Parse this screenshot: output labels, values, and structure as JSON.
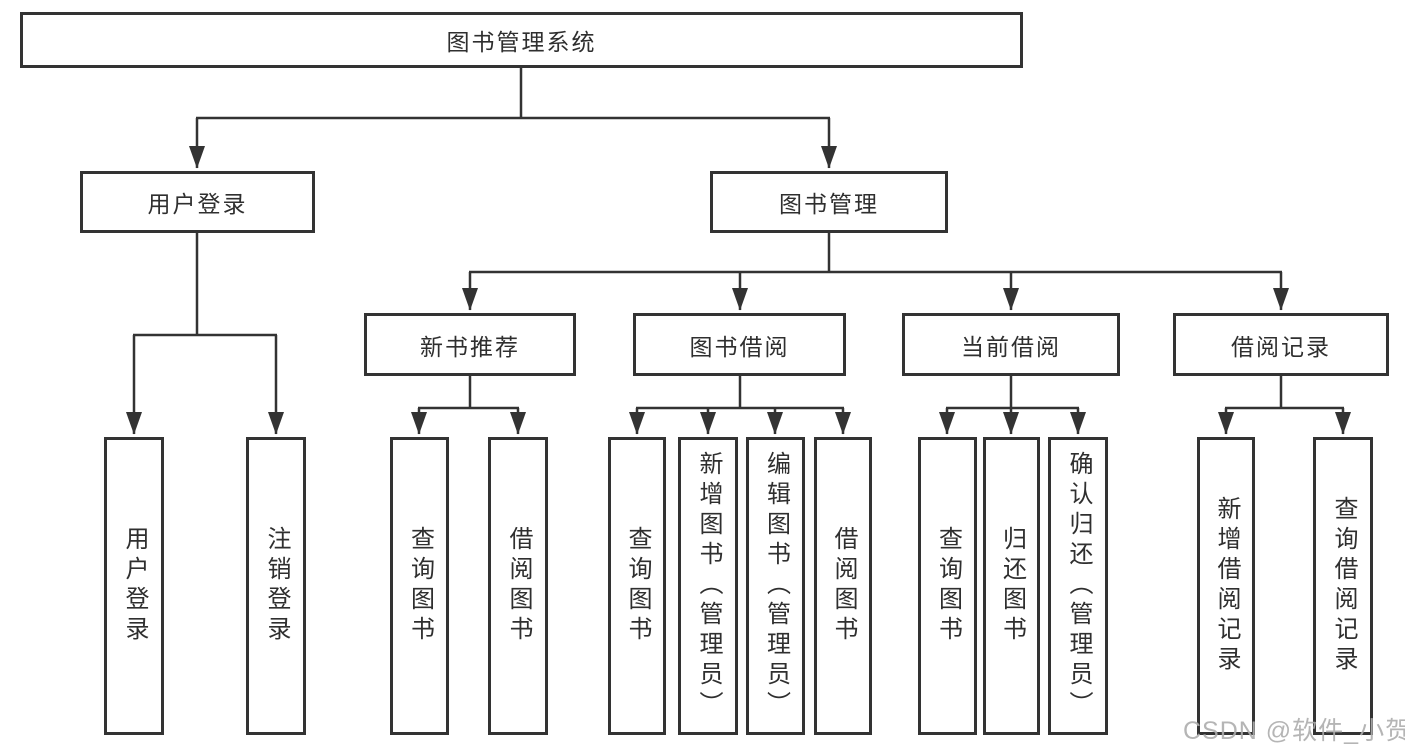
{
  "tree": {
    "root": "图书管理系统",
    "level2": [
      {
        "label": "用户登录",
        "children": [
          "用户登录",
          "注销登录"
        ]
      },
      {
        "label": "图书管理"
      }
    ],
    "level3": [
      {
        "label": "新书推荐",
        "children": [
          "查询图书",
          "借阅图书"
        ]
      },
      {
        "label": "图书借阅",
        "children": [
          "查询图书",
          "新增图书（管理员）",
          "编辑图书（管理员）",
          "借阅图书"
        ]
      },
      {
        "label": "当前借阅",
        "children": [
          "查询图书",
          "归还图书",
          "确认归还（管理员）"
        ]
      },
      {
        "label": "借阅记录",
        "children": [
          "新增借阅记录",
          "查询借阅记录"
        ]
      }
    ]
  },
  "watermark": {
    "text": "CSDN @软件_小贺同学"
  },
  "colors": {
    "line": "#333333",
    "box_border": "#333333",
    "text": "#2f2f2f",
    "watermark": "#aeaeae",
    "background": "#ffffff"
  }
}
